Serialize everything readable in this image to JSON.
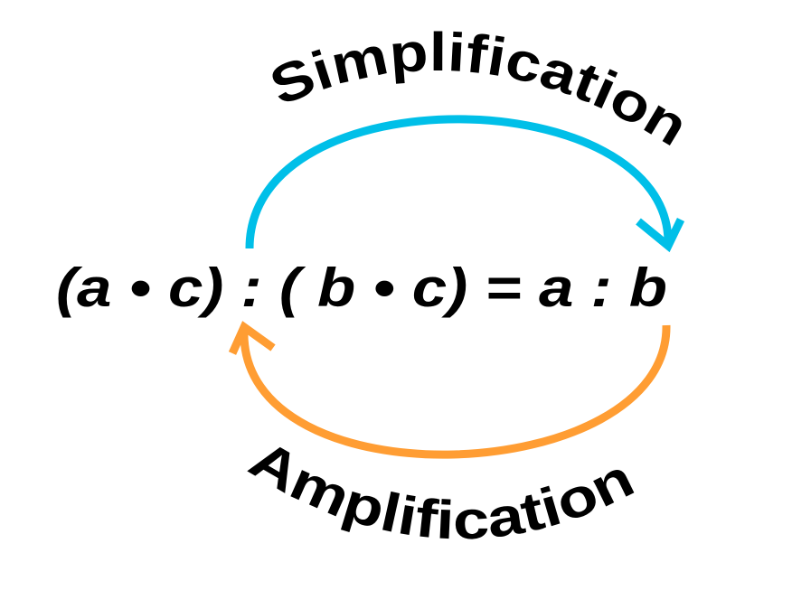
{
  "equation": "(a • c) : ( b • c) = a : b",
  "top_label": "Simplification",
  "bottom_label": "Amplification",
  "colors": {
    "simplification_arrow": "#00bfe8",
    "amplification_arrow": "#ff9d33",
    "text": "#000000",
    "background": "#ffffff"
  }
}
